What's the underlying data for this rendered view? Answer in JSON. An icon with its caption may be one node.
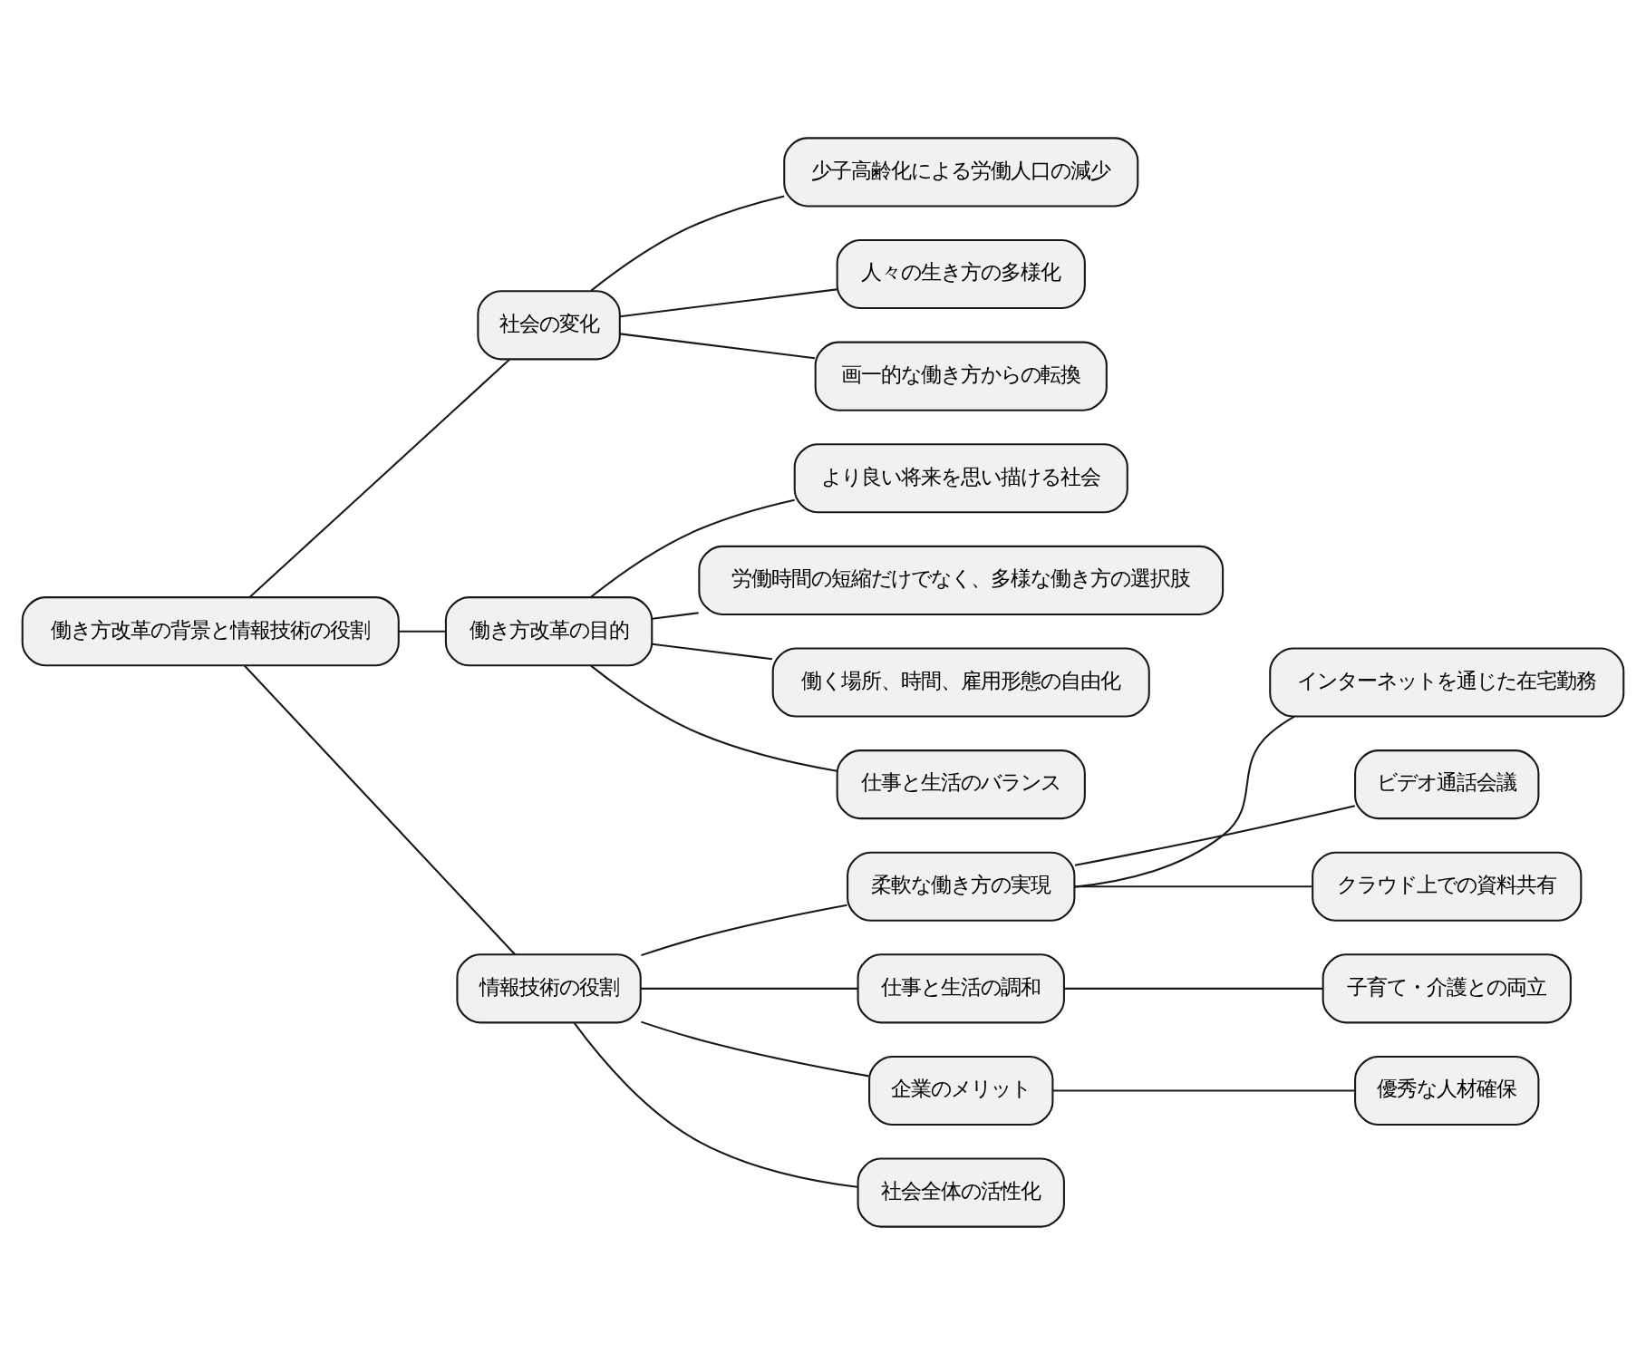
{
  "diagram": {
    "nodes": [
      {
        "text": [
          "働き方改革の背景と情報技術の役割"
        ]
      },
      {
        "text": [
          "社会の変化"
        ]
      },
      {
        "text": [
          "少子高齢化による労働人口の減少"
        ]
      },
      {
        "text": [
          "人々の生き方の多様化"
        ]
      },
      {
        "text": [
          "画一的な働き方からの転換"
        ]
      },
      {
        "text": [
          "働き方改革の目的"
        ]
      },
      {
        "text": [
          "より良い将来を思い描ける社会"
        ]
      },
      {
        "text": [
          "労働時間の短縮だけでなく、多様な働き方の選択肢"
        ]
      },
      {
        "text": [
          "働く場所、時間、雇用形態の自由化"
        ]
      },
      {
        "text": [
          "仕事と生活のバランス"
        ]
      },
      {
        "text": [
          "情報技術の役割"
        ]
      },
      {
        "text": [
          "柔軟な働き方の実現"
        ]
      },
      {
        "text": [
          "インターネットを通じた在宅勤務"
        ]
      },
      {
        "text": [
          "ビデオ通話会議"
        ]
      },
      {
        "text": [
          "クラウド上での資料共有"
        ]
      },
      {
        "text": [
          "仕事と生活の調和"
        ]
      },
      {
        "text": [
          "子育て・介護との両立"
        ]
      },
      {
        "text": [
          "企業のメリット"
        ]
      },
      {
        "text": [
          "優秀な人材確保"
        ]
      },
      {
        "text": [
          "社会全体の活性化"
        ]
      }
    ],
    "edges": [
      {
        "from": 0,
        "to": 1,
        "arrow": "none"
      },
      {
        "from": 1,
        "to": 2,
        "arrow": "none"
      },
      {
        "from": 1,
        "to": 3,
        "arrow": "none"
      },
      {
        "from": 1,
        "to": 4,
        "arrow": "none"
      },
      {
        "from": 0,
        "to": 5,
        "arrow": "none"
      },
      {
        "from": 5,
        "to": 6,
        "arrow": "none"
      },
      {
        "from": 5,
        "to": 7,
        "arrow": "none"
      },
      {
        "from": 5,
        "to": 8,
        "arrow": "none"
      },
      {
        "from": 5,
        "to": 9,
        "arrow": "none"
      },
      {
        "from": 0,
        "to": 10,
        "arrow": "none"
      },
      {
        "from": 10,
        "to": 11,
        "arrow": "none"
      },
      {
        "from": 11,
        "to": 12,
        "arrow": "none"
      },
      {
        "from": 11,
        "to": 13,
        "arrow": "none"
      },
      {
        "from": 11,
        "to": 14,
        "arrow": "none"
      },
      {
        "from": 10,
        "to": 15,
        "arrow": "none"
      },
      {
        "from": 15,
        "to": 16,
        "arrow": "none"
      },
      {
        "from": 10,
        "to": 17,
        "arrow": "none"
      },
      {
        "from": 17,
        "to": 18,
        "arrow": "none"
      },
      {
        "from": 10,
        "to": 19,
        "arrow": "none"
      }
    ]
  }
}
